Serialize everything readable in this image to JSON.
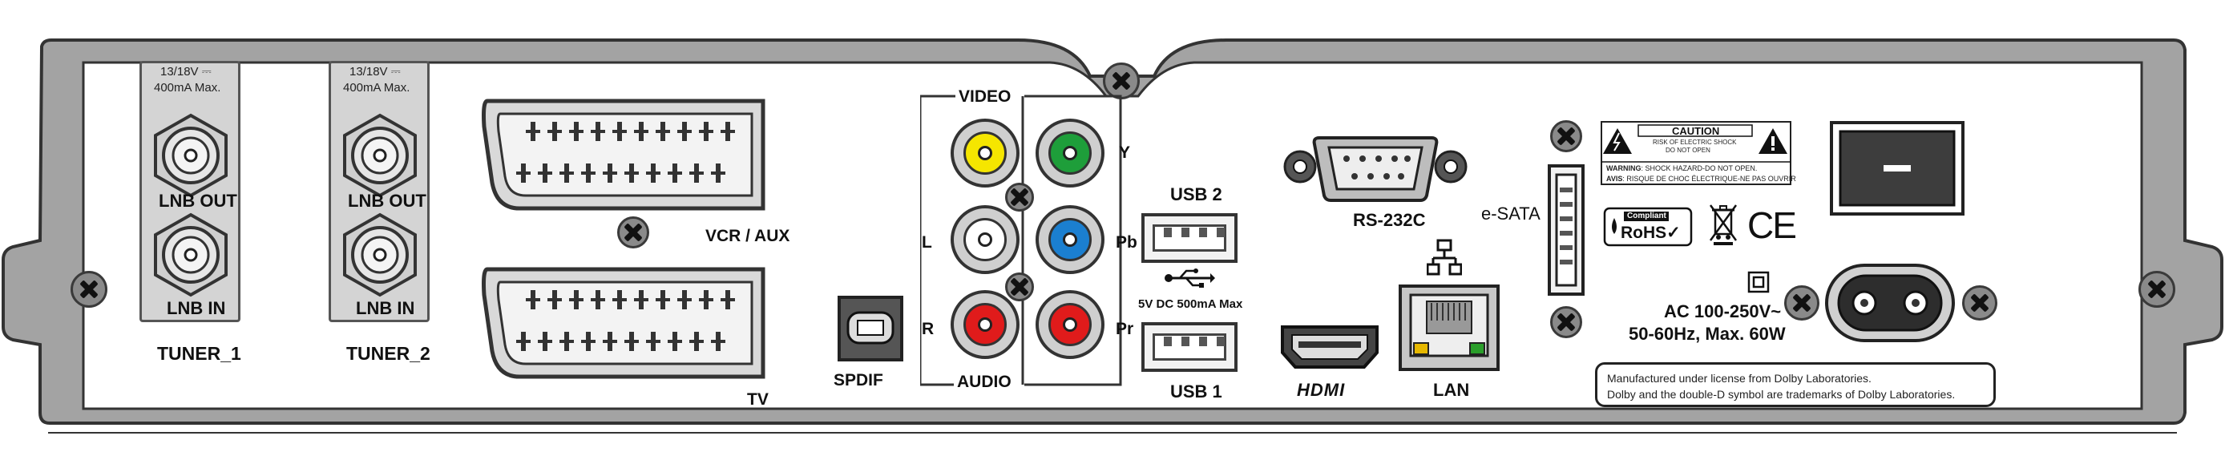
{
  "tuner1": {
    "spec_top": "13/18V ⎓",
    "spec_bottom": "400mA Max.",
    "out_label": "LNB OUT",
    "in_label": "LNB IN",
    "name": "TUNER_1"
  },
  "tuner2": {
    "spec_top": "13/18V ⎓",
    "spec_bottom": "400mA Max.",
    "out_label": "LNB OUT",
    "in_label": "LNB IN",
    "name": "TUNER_2"
  },
  "scart": {
    "vcr_label": "VCR / AUX",
    "tv_label": "TV"
  },
  "spdif": {
    "label": "SPDIF"
  },
  "av": {
    "video_label": "VIDEO",
    "audio_label": "AUDIO",
    "l_label": "L",
    "r_label": "R",
    "y_label": "Y",
    "pb_label": "Pb",
    "pr_label": "Pr"
  },
  "usb": {
    "usb2_label": "USB 2",
    "usb1_label": "USB 1",
    "power_spec": "5V DC 500mA Max"
  },
  "rs232": {
    "label": "RS-232C"
  },
  "hdmi": {
    "label": "HDMI"
  },
  "lan": {
    "label": "LAN"
  },
  "esata": {
    "label": "e-SATA"
  },
  "caution": {
    "title": "CAUTION",
    "sub1": "RISK OF ELECTRIC SHOCK",
    "sub2": "DO NOT OPEN",
    "warning_bold": "WARNING",
    "warning_text": ": SHOCK HAZARD-DO NOT OPEN.",
    "avis_bold": "AVIS",
    "avis_text": ": RISQUE DE CHOC ÉLECTRIQUE-NE PAS OUVRIR"
  },
  "rohs": {
    "compliant": "Compliant",
    "text": "RoHS✓"
  },
  "ce": {
    "text": "CE"
  },
  "power": {
    "spec_line1": "AC 100-250V~",
    "spec_line2": "50-60Hz, Max. 60W"
  },
  "dolby": {
    "line1": "Manufactured under license from Dolby Laboratories.",
    "line2": "Dolby and the double-D symbol are trademarks of Dolby Laboratories."
  },
  "colors": {
    "panel": "#a3a3a3",
    "video_yellow": "#f5e600",
    "audio_white": "#ffffff",
    "audio_red": "#e01b1b",
    "comp_green": "#1e9e3a",
    "comp_blue": "#1b7fd0",
    "comp_red": "#e01b1b",
    "lan_led_amber": "#e6b800",
    "lan_led_green": "#2a9e2a"
  }
}
